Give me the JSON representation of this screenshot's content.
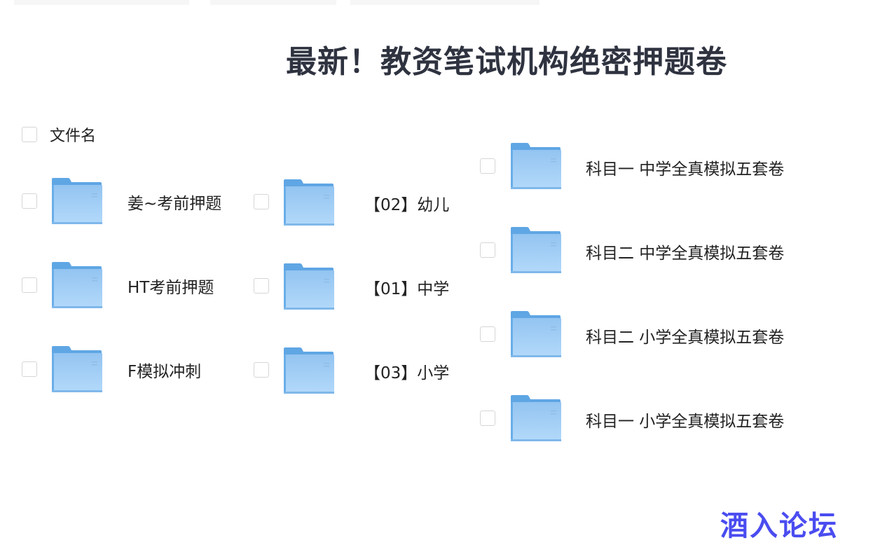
{
  "page": {
    "title": "最新！教资笔试机构绝密押题卷"
  },
  "file_list": {
    "header_label": "文件名",
    "columns": [
      {
        "items": [
          {
            "name": "姜~考前押题",
            "type": "folder"
          },
          {
            "name": "HT考前押题",
            "type": "folder"
          },
          {
            "name": "F模拟冲刺",
            "type": "folder"
          }
        ]
      },
      {
        "items": [
          {
            "name": "【02】幼儿",
            "type": "folder"
          },
          {
            "name": "【01】中学",
            "type": "folder"
          },
          {
            "name": "【03】小学",
            "type": "folder"
          }
        ]
      },
      {
        "items": [
          {
            "name": "科目一 中学全真模拟五套卷",
            "type": "folder"
          },
          {
            "name": "科目二 中学全真模拟五套卷",
            "type": "folder"
          },
          {
            "name": "科目二 小学全真模拟五套卷",
            "type": "folder"
          },
          {
            "name": "科目一 小学全真模拟五套卷",
            "type": "folder"
          }
        ]
      }
    ]
  },
  "watermark": {
    "text": "酒入论坛",
    "color": "#4a4cf0"
  },
  "colors": {
    "folder_light": "#a9d2f7",
    "folder_dark": "#6aaee8",
    "title": "#2f3340"
  }
}
